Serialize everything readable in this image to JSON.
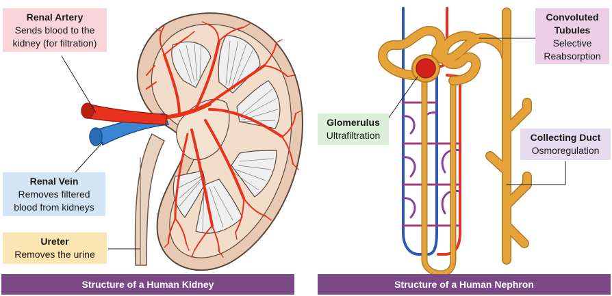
{
  "labels": {
    "renal_artery": {
      "title": "Renal Artery",
      "desc": "Sends blood to the kidney (for filtration)"
    },
    "renal_vein": {
      "title": "Renal Vein",
      "desc": "Removes filtered blood from kidneys"
    },
    "ureter": {
      "title": "Ureter",
      "desc": "Removes the urine"
    },
    "glomerulus": {
      "title": "Glomerulus",
      "desc": "Ultrafiltration"
    },
    "convoluted_tubules": {
      "title": "Convoluted Tubules",
      "desc": "Selective Reabsorption"
    },
    "collecting_duct": {
      "title": "Collecting Duct",
      "desc": "Osmoregulation"
    }
  },
  "banners": {
    "kidney": "Structure of a Human Kidney",
    "nephron": "Structure of a Human Nephron"
  },
  "colors": {
    "artery": "#e8321e",
    "vein": "#3a86d4",
    "tubule": "#e6a33a",
    "cortex": "#e8c9b4",
    "medulla": "#f3e2cf",
    "banner": "#7b4a86"
  }
}
